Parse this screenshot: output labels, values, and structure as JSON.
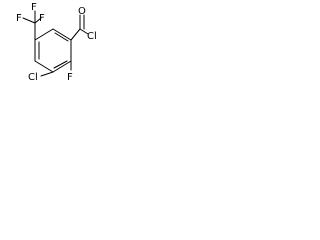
{
  "molecule": {
    "atoms": {
      "f_top": "F",
      "f_left": "F",
      "f_mid": "F",
      "o": "O",
      "cl_acyl": "Cl",
      "cl_ring": "Cl",
      "f_ring": "F"
    }
  }
}
